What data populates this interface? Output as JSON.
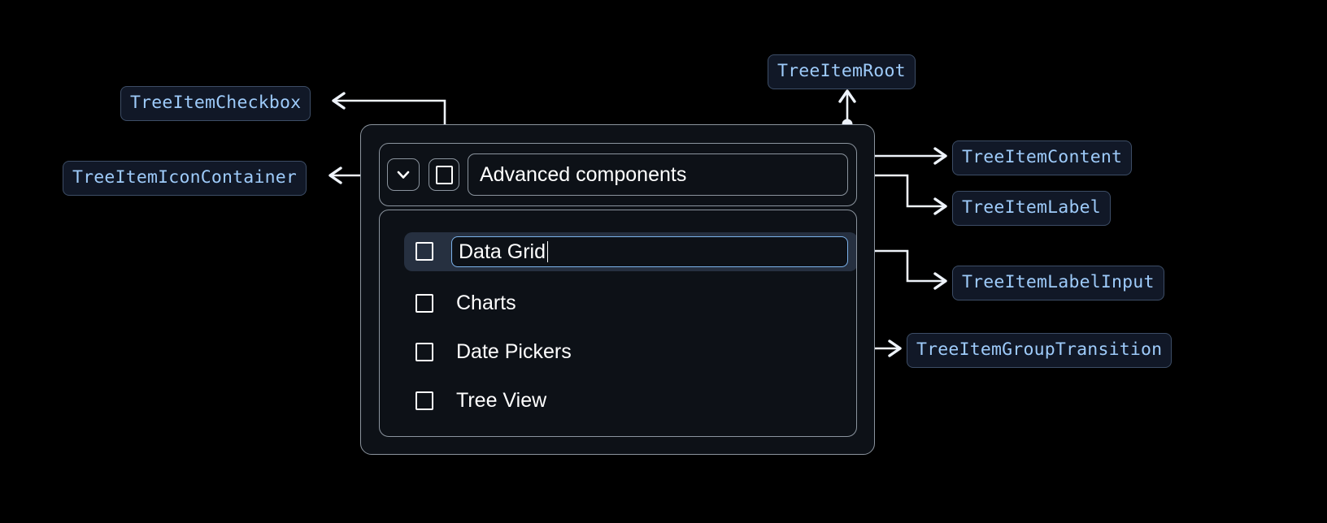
{
  "background": "#000000",
  "palette": {
    "pill_bg": "#111827",
    "pill_border": "#3d4d66",
    "pill_text": "#9ecbfa",
    "panel_bg": "#0d1117",
    "panel_border": "#8b949e",
    "connector": "#eef3fa",
    "selected_row_bg": "#263040",
    "input_border": "#7cb3ec",
    "text": "#ffffff"
  },
  "annotations": [
    {
      "id": "tree-item-checkbox",
      "label": "TreeItemCheckbox"
    },
    {
      "id": "tree-item-icon-container",
      "label": "TreeItemIconContainer"
    },
    {
      "id": "tree-item-root",
      "label": "TreeItemRoot"
    },
    {
      "id": "tree-item-content",
      "label": "TreeItemContent"
    },
    {
      "id": "tree-item-label",
      "label": "TreeItemLabel"
    },
    {
      "id": "tree-item-label-input",
      "label": "TreeItemLabelInput"
    },
    {
      "id": "tree-item-group-transition",
      "label": "TreeItemGroupTransition"
    }
  ],
  "tree": {
    "header": {
      "expand_icon": "chevron-down-icon",
      "checkbox_checked": false,
      "label": "Advanced components"
    },
    "items": [
      {
        "label": "Data Grid",
        "checked": false,
        "editing": true,
        "selected": true
      },
      {
        "label": "Charts",
        "checked": false,
        "editing": false,
        "selected": false
      },
      {
        "label": "Date Pickers",
        "checked": false,
        "editing": false,
        "selected": false
      },
      {
        "label": "Tree View",
        "checked": false,
        "editing": false,
        "selected": false
      }
    ],
    "editing_value": "Data Grid"
  }
}
